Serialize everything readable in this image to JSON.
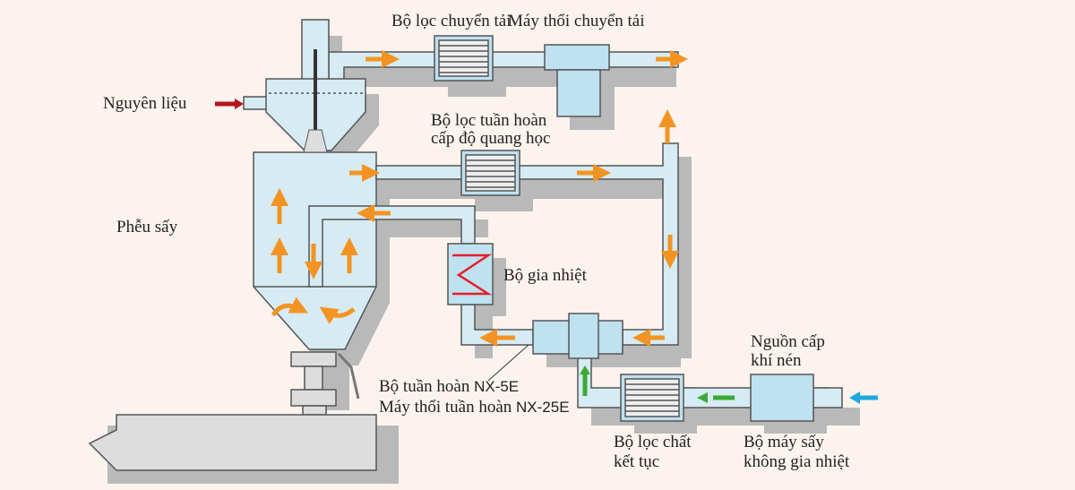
{
  "labels": {
    "conveying_filter": "Bộ lọc chuyển tải",
    "conveying_blower": "Máy thổi chuyển tải",
    "material": "Nguyên liệu",
    "optical_filter_line1": "Bộ lọc tuần hoàn",
    "optical_filter_line2": "cấp độ quang học",
    "drying_hopper": "Phễu sấy",
    "heater": "Bộ gia nhiệt",
    "circulator_prefix": "Bộ tuần hoàn ",
    "circulator_model": "NX-5E",
    "blower_prefix": "Máy thổi tuần hoàn ",
    "blower_model": "NX-25E",
    "air_source_line1": "Nguồn cấp",
    "air_source_line2": "khí nén",
    "condensate_filter_line1": "Bộ lọc chất",
    "condensate_filter_line2": "kết tục",
    "dryer_line1": "Bộ máy sấy",
    "dryer_line2": "không gia nhiệt"
  },
  "colors": {
    "background": "#fcf3ee",
    "pipe": "#d6ebf3",
    "unit": "#bfe1f0",
    "shadow": "#b9b9b9",
    "outline": "#555555",
    "airflow_arrow": "#f39422",
    "material_arrow": "#b3161b",
    "compressed_air_arrow": "#1ea8e0",
    "dry_air_arrow": "#3aaa35",
    "heater_coil": "#e3202a"
  }
}
